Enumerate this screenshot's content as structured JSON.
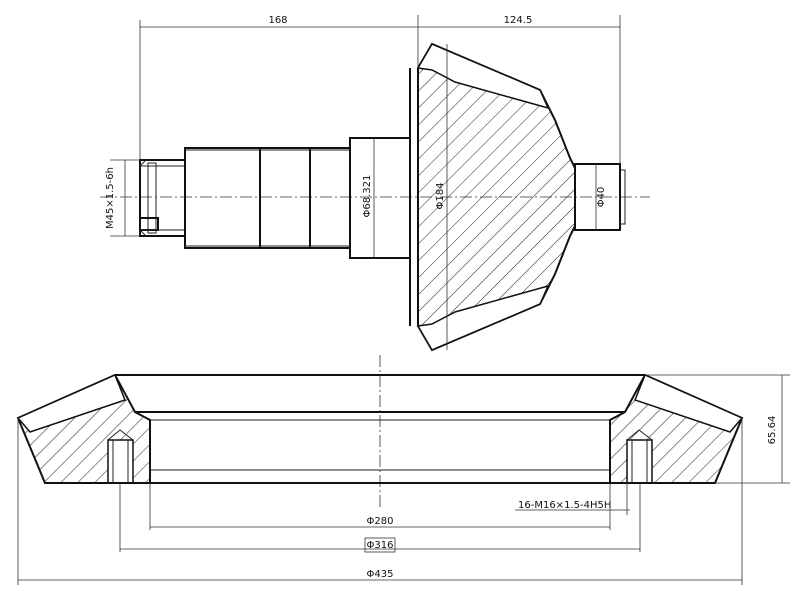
{
  "top_view": {
    "dim_len_left": "168",
    "dim_len_right": "124.5",
    "dim_thread": "M45×1.5-6h",
    "dim_shaft_dia": "Φ68.321",
    "dim_gear_dia": "Φ184",
    "dim_end_dia": "Φ40"
  },
  "bottom_view": {
    "dim_height": "65.64",
    "dim_holes": "16-M16×1.5-4H5H",
    "dim_inner": "Φ280",
    "dim_bolt_circle": "Φ316",
    "dim_outer": "Φ435"
  }
}
